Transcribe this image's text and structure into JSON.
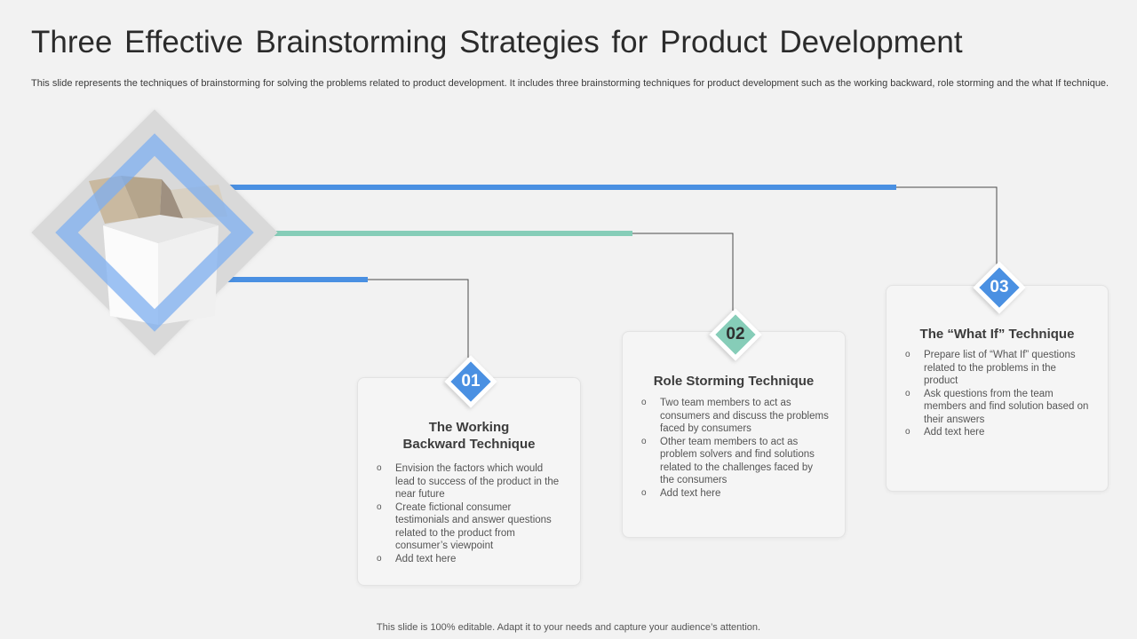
{
  "title": "Three Effective Brainstorming Strategies for Product Development",
  "subtitle": "This slide represents the techniques of brainstorming for solving the problems related to product development. It includes three brainstorming techniques for product development such as the working backward, role storming and the what If technique.",
  "footer": "This slide is 100% editable. Adapt it to your needs and capture your audience’s attention.",
  "colors": {
    "blue": "#4a90e2",
    "teal": "#86cdb8",
    "line": "#4a4a4a"
  },
  "cards": [
    {
      "number": "01",
      "title_line1": "The Working",
      "title_line2": "Backward Technique",
      "bullets": [
        "Envision the factors which would lead to success of the product in the near future",
        "Create fictional consumer testimonials and answer questions related to the product from consumer’s viewpoint",
        "Add text here"
      ]
    },
    {
      "number": "02",
      "title_line1": "Role Storming Technique",
      "bullets": [
        "Two team members to act as consumers and discuss the problems faced by consumers",
        "Other team members to act as problem solvers and find solutions related to the challenges faced by the consumers",
        "Add text here"
      ]
    },
    {
      "number": "03",
      "title_line1": "The “What If” Technique",
      "bullets": [
        "Prepare list of “What If” questions related to the problems in the product",
        "Ask questions from the team members and find solution based on their answers",
        "Add text here"
      ]
    }
  ]
}
